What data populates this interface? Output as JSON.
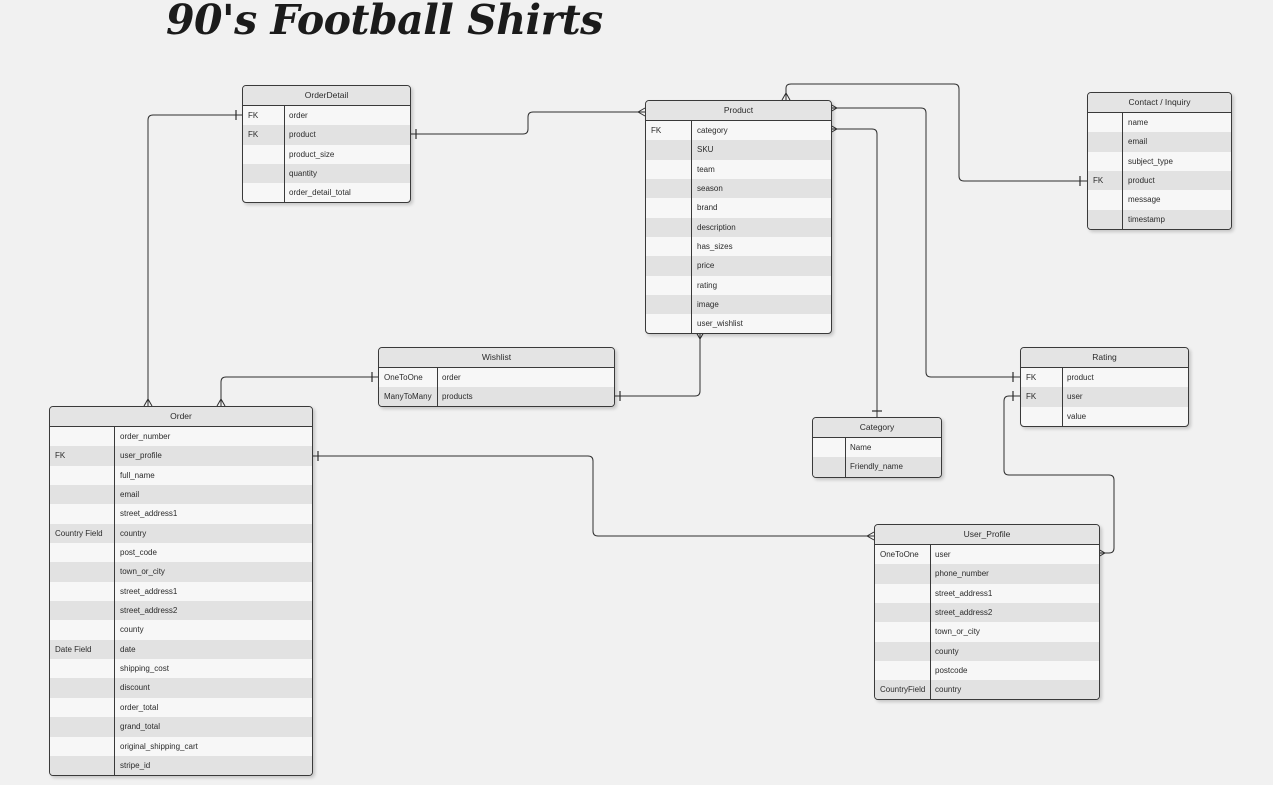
{
  "title": "90's Football Shirts",
  "entities": {
    "orderdetail": {
      "name": "OrderDetail",
      "rows": [
        {
          "key": "FK",
          "field": "order"
        },
        {
          "key": "FK",
          "field": "product"
        },
        {
          "key": "",
          "field": "product_size"
        },
        {
          "key": "",
          "field": "quantity"
        },
        {
          "key": "",
          "field": "order_detail_total"
        }
      ]
    },
    "product": {
      "name": "Product",
      "rows": [
        {
          "key": "FK",
          "field": "category"
        },
        {
          "key": "",
          "field": "SKU"
        },
        {
          "key": "",
          "field": "team"
        },
        {
          "key": "",
          "field": "season"
        },
        {
          "key": "",
          "field": "brand"
        },
        {
          "key": "",
          "field": "description"
        },
        {
          "key": "",
          "field": "has_sizes"
        },
        {
          "key": "",
          "field": "price"
        },
        {
          "key": "",
          "field": "rating"
        },
        {
          "key": "",
          "field": "image"
        },
        {
          "key": "",
          "field": "user_wishlist"
        }
      ]
    },
    "contact": {
      "name": "Contact / Inquiry",
      "rows": [
        {
          "key": "",
          "field": "name"
        },
        {
          "key": "",
          "field": "email"
        },
        {
          "key": "",
          "field": "subject_type"
        },
        {
          "key": "FK",
          "field": "product"
        },
        {
          "key": "",
          "field": "message"
        },
        {
          "key": "",
          "field": "timestamp"
        }
      ]
    },
    "wishlist": {
      "name": "Wishlist",
      "rows": [
        {
          "key": "OneToOne",
          "field": "order"
        },
        {
          "key": "ManyToMany",
          "field": "products"
        }
      ]
    },
    "rating": {
      "name": "Rating",
      "rows": [
        {
          "key": "FK",
          "field": "product"
        },
        {
          "key": "FK",
          "field": "user"
        },
        {
          "key": "",
          "field": "value"
        }
      ]
    },
    "category": {
      "name": "Category",
      "rows": [
        {
          "key": "",
          "field": "Name"
        },
        {
          "key": "",
          "field": "Friendly_name"
        }
      ]
    },
    "order": {
      "name": "Order",
      "rows": [
        {
          "key": "",
          "field": "order_number"
        },
        {
          "key": "FK",
          "field": "user_profile"
        },
        {
          "key": "",
          "field": "full_name"
        },
        {
          "key": "",
          "field": "email"
        },
        {
          "key": "",
          "field": "street_address1"
        },
        {
          "key": "Country Field",
          "field": "country"
        },
        {
          "key": "",
          "field": "post_code"
        },
        {
          "key": "",
          "field": "town_or_city"
        },
        {
          "key": "",
          "field": "street_address1"
        },
        {
          "key": "",
          "field": "street_address2"
        },
        {
          "key": "",
          "field": "county"
        },
        {
          "key": "Date Field",
          "field": "date"
        },
        {
          "key": "",
          "field": "shipping_cost"
        },
        {
          "key": "",
          "field": "discount"
        },
        {
          "key": "",
          "field": "order_total"
        },
        {
          "key": "",
          "field": "grand_total"
        },
        {
          "key": "",
          "field": "original_shipping_cart"
        },
        {
          "key": "",
          "field": "stripe_id"
        }
      ]
    },
    "userprofile": {
      "name": "User_Profile",
      "rows": [
        {
          "key": "OneToOne",
          "field": "user"
        },
        {
          "key": "",
          "field": "phone_number"
        },
        {
          "key": "",
          "field": "street_address1"
        },
        {
          "key": "",
          "field": "street_address2"
        },
        {
          "key": "",
          "field": "town_or_city"
        },
        {
          "key": "",
          "field": "county"
        },
        {
          "key": "",
          "field": "postcode"
        },
        {
          "key": "CountryField",
          "field": "country"
        }
      ]
    }
  },
  "relationships": [
    {
      "from": "OrderDetail.order",
      "to": "Order",
      "from_end": "one",
      "to_end": "many"
    },
    {
      "from": "OrderDetail.product",
      "to": "Product",
      "from_end": "one",
      "to_end": "many"
    },
    {
      "from": "Product",
      "to": "Contact / Inquiry.product",
      "from_end": "many",
      "to_end": "one"
    },
    {
      "from": "Product",
      "to": "Rating.product",
      "from_end": "many",
      "to_end": "one"
    },
    {
      "from": "Product.category",
      "to": "Category",
      "from_end": "many",
      "to_end": "one"
    },
    {
      "from": "Product",
      "to": "Wishlist.products",
      "from_end": "many",
      "to_end": "one"
    },
    {
      "from": "Wishlist.order",
      "to": "Order",
      "from_end": "one",
      "to_end": "many"
    },
    {
      "from": "Order.user_profile",
      "to": "User_Profile",
      "from_end": "one",
      "to_end": "many"
    },
    {
      "from": "Rating.user",
      "to": "User_Profile.user",
      "from_end": "one",
      "to_end": "many"
    }
  ]
}
